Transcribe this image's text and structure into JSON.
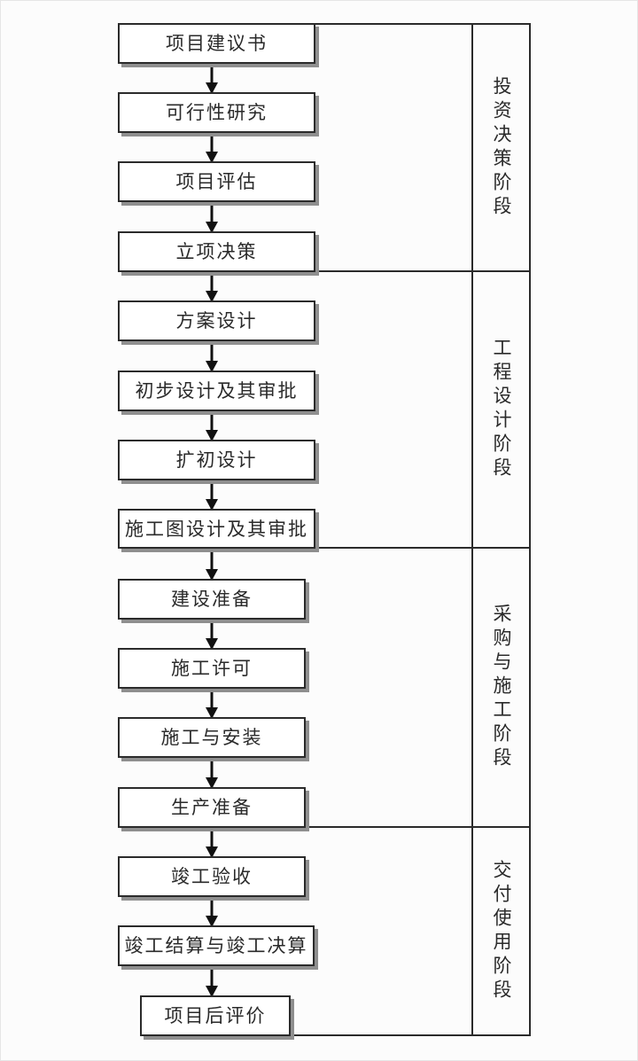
{
  "diagram": {
    "kind": "flowchart",
    "direction": "top-down",
    "language": "zh-CN",
    "topic": "建设项目全过程流程(项目建议书到项目后评价)"
  },
  "steps": [
    "项目建议书",
    "可行性研究",
    "项目评估",
    "立项决策",
    "方案设计",
    "初步设计及其审批",
    "扩初设计",
    "施工图设计及其审批",
    "建设准备",
    "施工许可",
    "施工与安装",
    "生产准备",
    "竣工验收",
    "竣工结算与竣工决算",
    "项目后评价"
  ],
  "phases": [
    {
      "label": "投资决策阶段",
      "from_step": 1,
      "to_step": 4
    },
    {
      "label": "工程设计阶段",
      "from_step": 5,
      "to_step": 8
    },
    {
      "label": "采购与施工阶段",
      "from_step": 9,
      "to_step": 12
    },
    {
      "label": "交付使用阶段",
      "from_step": 13,
      "to_step": 15
    }
  ],
  "colors": {
    "ink": "#2b2b2b",
    "arrow": "#111111",
    "box_fill": "#ffffff",
    "box_shadow": "#8f8f8f",
    "background": "#fcfcfc"
  }
}
